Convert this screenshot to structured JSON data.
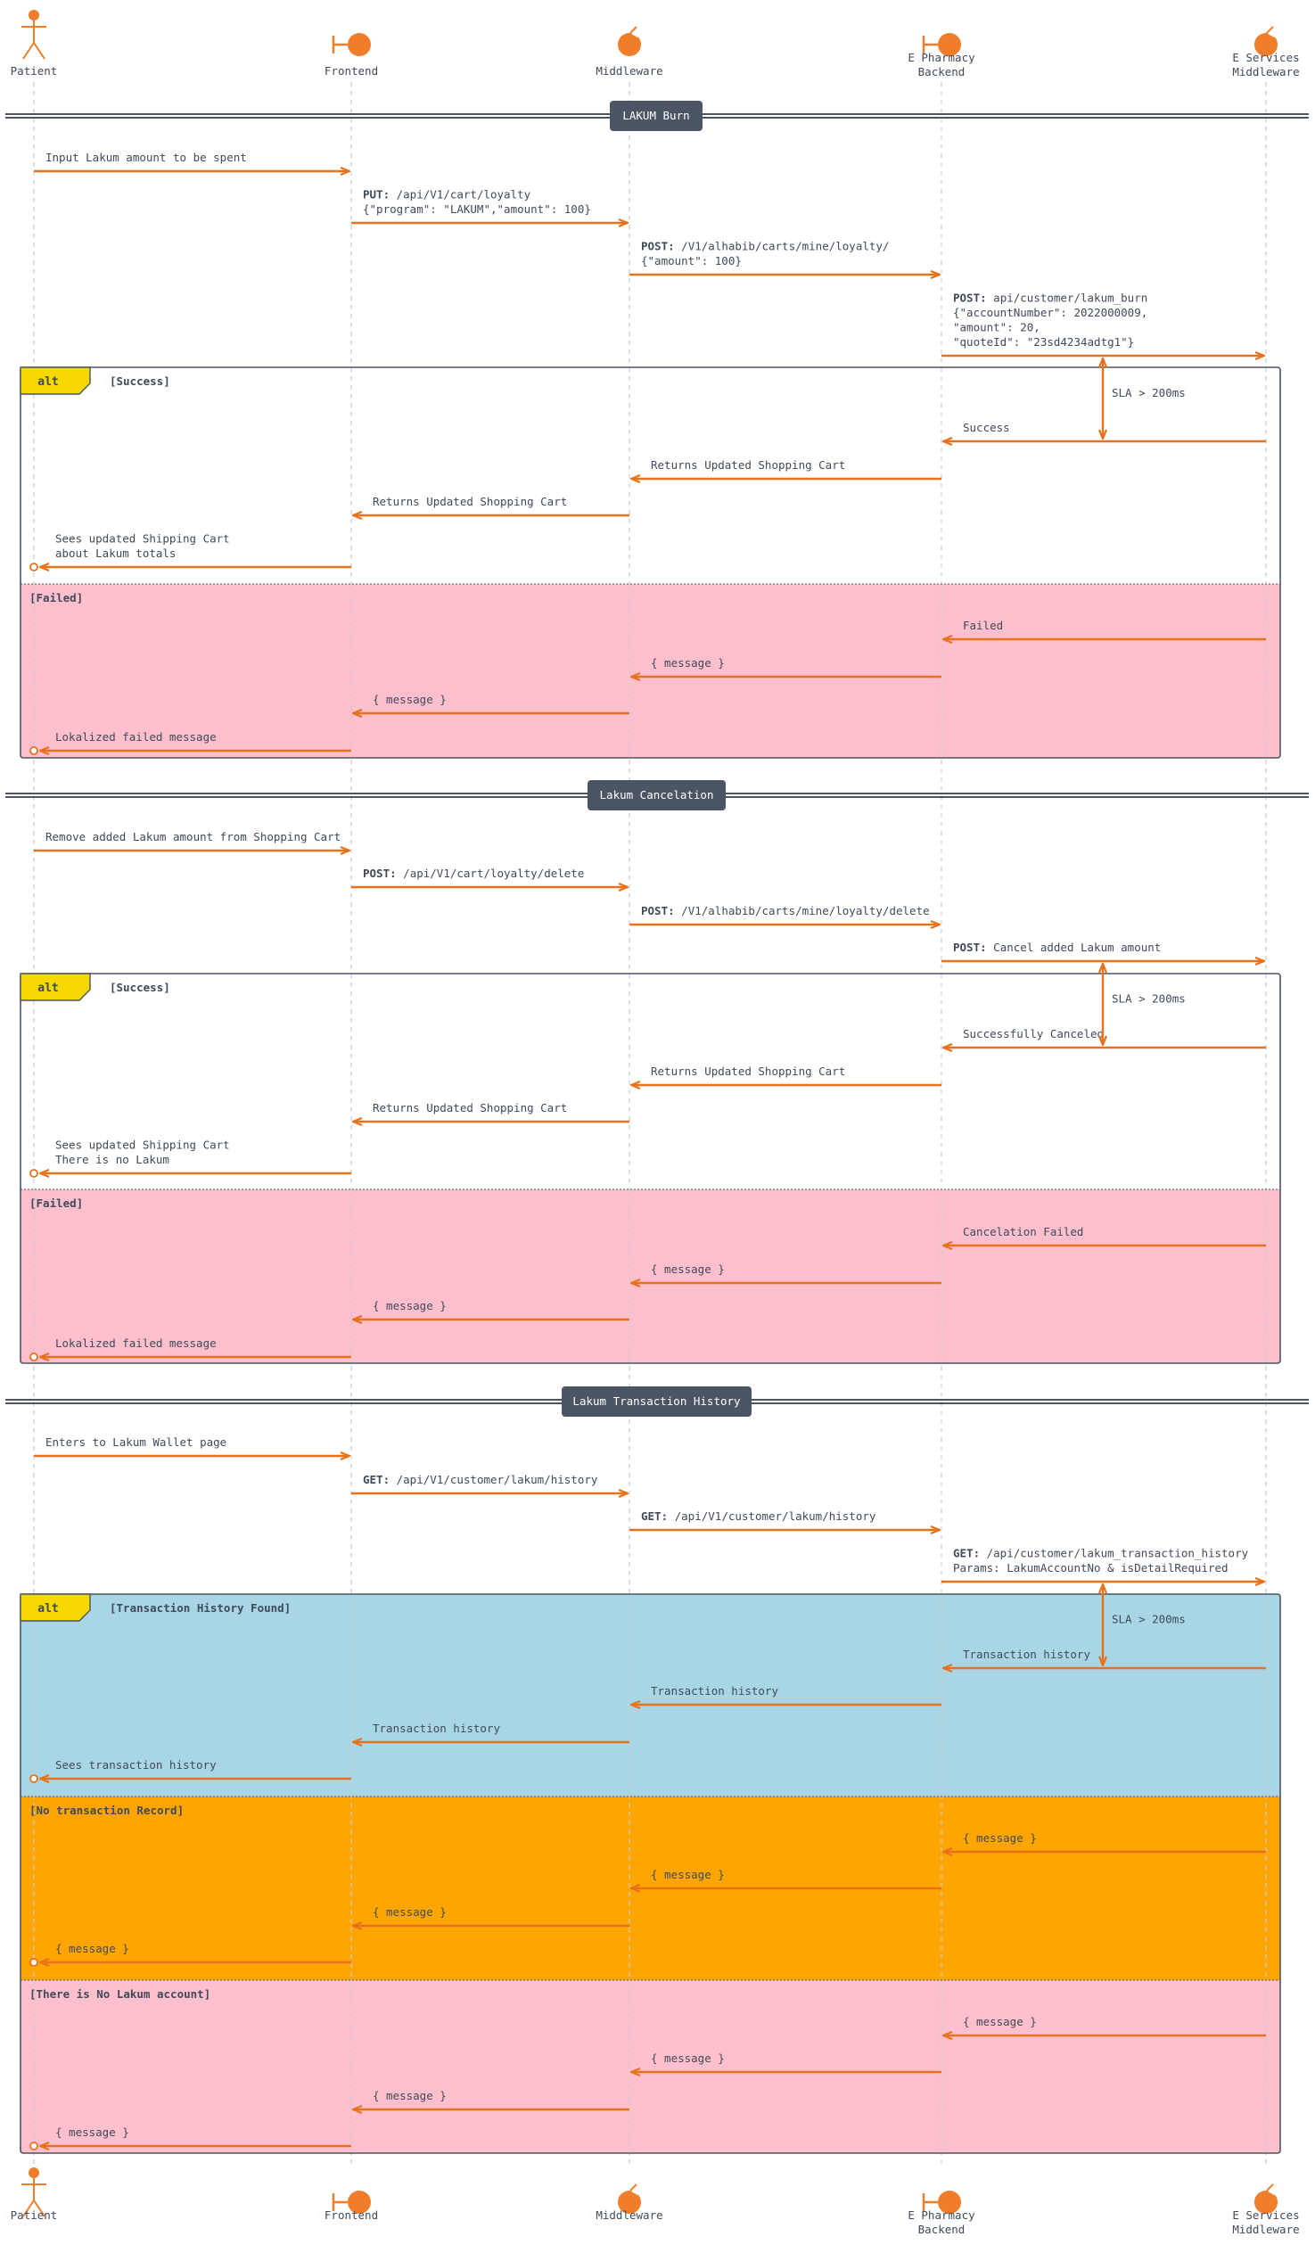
{
  "colors": {
    "arrow": "#e8711c",
    "accent": "#ef7d2a",
    "text": "#3f4a5a",
    "divider": "#4b5563",
    "lifeline": "#c9cdd3",
    "alt_tag": "#f6d700",
    "failed_bg": "#ffbfcc",
    "found_bg": "#a9d6e5",
    "norecord_bg": "#ffa500"
  },
  "participants": [
    {
      "id": "patient",
      "type": "actor",
      "icon": "actor-icon",
      "label": [
        "Patient"
      ]
    },
    {
      "id": "frontend",
      "type": "boundary",
      "icon": "boundary-icon",
      "label": [
        "Frontend"
      ]
    },
    {
      "id": "middleware",
      "type": "control",
      "icon": "control-icon",
      "label": [
        "Middleware"
      ]
    },
    {
      "id": "pharmacy",
      "type": "boundary",
      "icon": "boundary-icon",
      "label": [
        "E Pharmacy",
        "Backend"
      ]
    },
    {
      "id": "eservices",
      "type": "control",
      "icon": "control-icon",
      "label": [
        "E Services",
        "Middleware"
      ]
    }
  ],
  "dividers": [
    {
      "label": "LAKUM Burn"
    },
    {
      "label": "Lakum Cancelation"
    },
    {
      "label": "Lakum Transaction History"
    }
  ],
  "alt_keyword": "alt",
  "sla_note": "SLA > 200ms",
  "messages": [
    {
      "from": "patient",
      "to": "frontend",
      "lines": [
        {
          "text": "Input Lakum amount to be spent"
        }
      ]
    },
    {
      "from": "frontend",
      "to": "middleware",
      "lines": [
        {
          "bold": "PUT:",
          "text": " /api/V1/cart/loyalty"
        },
        {
          "text": "{\"program\": \"LAKUM\",\"amount\": 100}"
        }
      ]
    },
    {
      "from": "middleware",
      "to": "pharmacy",
      "lines": [
        {
          "bold": "POST:",
          "text": " /V1/alhabib/carts/mine/loyalty/"
        },
        {
          "text": "{\"amount\": 100}"
        }
      ]
    },
    {
      "from": "pharmacy",
      "to": "eservices",
      "lines": [
        {
          "bold": "POST:",
          "text": " api/customer/lakum_burn"
        },
        {
          "text": "{\"accountNumber\": 2022000009,"
        },
        {
          "text": "\"amount\": 20,"
        },
        {
          "text": "\"quoteId\": \"23sd4234adtg1\"}"
        }
      ]
    },
    {
      "from": "eservices",
      "to": "pharmacy",
      "lines": [
        {
          "text": "Success"
        }
      ]
    },
    {
      "from": "pharmacy",
      "to": "middleware",
      "lines": [
        {
          "text": "Returns Updated Shopping Cart"
        }
      ]
    },
    {
      "from": "middleware",
      "to": "frontend",
      "lines": [
        {
          "text": "Returns Updated Shopping Cart"
        }
      ]
    },
    {
      "from": "frontend",
      "to": "patient",
      "lines": [
        {
          "text": "Sees updated Shipping Cart"
        },
        {
          "text": "about Lakum totals"
        }
      ]
    },
    {
      "from": "eservices",
      "to": "pharmacy",
      "lines": [
        {
          "text": "Failed"
        }
      ]
    },
    {
      "from": "pharmacy",
      "to": "middleware",
      "lines": [
        {
          "text": "{ message }"
        }
      ]
    },
    {
      "from": "middleware",
      "to": "frontend",
      "lines": [
        {
          "text": "{ message }"
        }
      ]
    },
    {
      "from": "frontend",
      "to": "patient",
      "lines": [
        {
          "text": "Lokalized failed message"
        }
      ]
    },
    {
      "from": "patient",
      "to": "frontend",
      "lines": [
        {
          "text": "Remove added Lakum amount from Shopping Cart"
        }
      ]
    },
    {
      "from": "frontend",
      "to": "middleware",
      "lines": [
        {
          "bold": "POST:",
          "text": " /api/V1/cart/loyalty/delete"
        }
      ]
    },
    {
      "from": "middleware",
      "to": "pharmacy",
      "lines": [
        {
          "bold": "POST:",
          "text": " /V1/alhabib/carts/mine/loyalty/delete"
        }
      ]
    },
    {
      "from": "pharmacy",
      "to": "eservices",
      "lines": [
        {
          "bold": "POST:",
          "text": " Cancel added Lakum amount"
        }
      ]
    },
    {
      "from": "eservices",
      "to": "pharmacy",
      "lines": [
        {
          "text": "Successfully Canceled"
        }
      ]
    },
    {
      "from": "pharmacy",
      "to": "middleware",
      "lines": [
        {
          "text": "Returns Updated Shopping Cart"
        }
      ]
    },
    {
      "from": "middleware",
      "to": "frontend",
      "lines": [
        {
          "text": "Returns Updated Shopping Cart"
        }
      ]
    },
    {
      "from": "frontend",
      "to": "patient",
      "lines": [
        {
          "text": "Sees updated Shipping Cart"
        },
        {
          "text": "There is no Lakum"
        }
      ]
    },
    {
      "from": "eservices",
      "to": "pharmacy",
      "lines": [
        {
          "text": "Cancelation Failed"
        }
      ]
    },
    {
      "from": "pharmacy",
      "to": "middleware",
      "lines": [
        {
          "text": "{ message }"
        }
      ]
    },
    {
      "from": "middleware",
      "to": "frontend",
      "lines": [
        {
          "text": "{ message }"
        }
      ]
    },
    {
      "from": "frontend",
      "to": "patient",
      "lines": [
        {
          "text": "Lokalized failed message"
        }
      ]
    },
    {
      "from": "patient",
      "to": "frontend",
      "lines": [
        {
          "text": "Enters to Lakum Wallet page"
        }
      ]
    },
    {
      "from": "frontend",
      "to": "middleware",
      "lines": [
        {
          "bold": "GET:",
          "text": " /api/V1/customer/lakum/history"
        }
      ]
    },
    {
      "from": "middleware",
      "to": "pharmacy",
      "lines": [
        {
          "bold": "GET:",
          "text": " /api/V1/customer/lakum/history"
        }
      ]
    },
    {
      "from": "pharmacy",
      "to": "eservices",
      "lines": [
        {
          "bold": "GET:",
          "text": " /api/customer/lakum_transaction_history"
        },
        {
          "text": "Params: LakumAccountNo & isDetailRequired"
        }
      ]
    },
    {
      "from": "eservices",
      "to": "pharmacy",
      "lines": [
        {
          "text": "Transaction history"
        }
      ]
    },
    {
      "from": "pharmacy",
      "to": "middleware",
      "lines": [
        {
          "text": "Transaction history"
        }
      ]
    },
    {
      "from": "middleware",
      "to": "frontend",
      "lines": [
        {
          "text": "Transaction history"
        }
      ]
    },
    {
      "from": "frontend",
      "to": "patient",
      "lines": [
        {
          "text": "Sees transaction history"
        }
      ]
    },
    {
      "from": "eservices",
      "to": "pharmacy",
      "lines": [
        {
          "text": "{ message }"
        }
      ]
    },
    {
      "from": "pharmacy",
      "to": "middleware",
      "lines": [
        {
          "text": "{ message }"
        }
      ]
    },
    {
      "from": "middleware",
      "to": "frontend",
      "lines": [
        {
          "text": "{ message }"
        }
      ]
    },
    {
      "from": "frontend",
      "to": "patient",
      "lines": [
        {
          "text": "{ message }"
        }
      ]
    },
    {
      "from": "eservices",
      "to": "pharmacy",
      "lines": [
        {
          "text": "{ message }"
        }
      ]
    },
    {
      "from": "pharmacy",
      "to": "middleware",
      "lines": [
        {
          "text": "{ message }"
        }
      ]
    },
    {
      "from": "middleware",
      "to": "frontend",
      "lines": [
        {
          "text": "{ message }"
        }
      ]
    },
    {
      "from": "frontend",
      "to": "patient",
      "lines": [
        {
          "text": "{ message }"
        }
      ]
    }
  ],
  "alt_blocks": [
    {
      "sections": [
        {
          "guard": "[Success]"
        },
        {
          "guard": "[Failed]"
        }
      ]
    },
    {
      "sections": [
        {
          "guard": "[Success]"
        },
        {
          "guard": "[Failed]"
        }
      ]
    },
    {
      "sections": [
        {
          "guard": "[Transaction History Found]"
        },
        {
          "guard": "[No transaction Record]"
        },
        {
          "guard": "[There is No Lakum account]"
        }
      ]
    }
  ]
}
